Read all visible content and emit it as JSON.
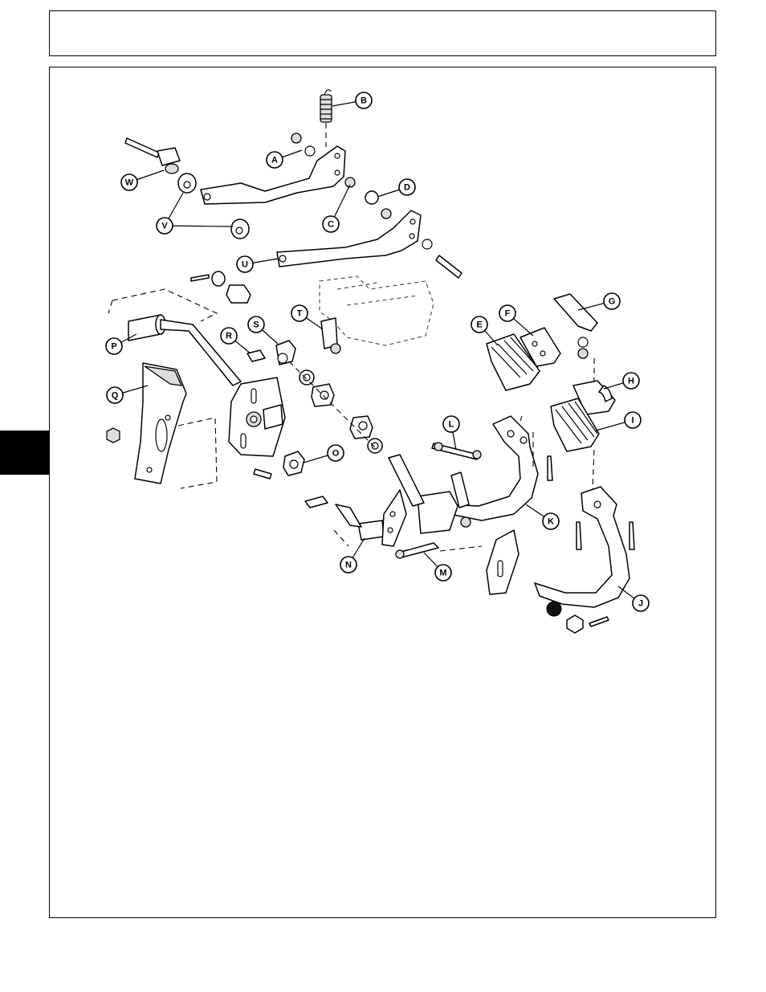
{
  "page": {
    "side_tab_color": "#000000"
  },
  "diagram": {
    "callouts": [
      {
        "key": "A",
        "label": "A"
      },
      {
        "key": "B",
        "label": "B"
      },
      {
        "key": "C",
        "label": "C"
      },
      {
        "key": "D",
        "label": "D"
      },
      {
        "key": "E",
        "label": "E"
      },
      {
        "key": "F",
        "label": "F"
      },
      {
        "key": "G",
        "label": "G"
      },
      {
        "key": "H",
        "label": "H"
      },
      {
        "key": "I",
        "label": "I"
      },
      {
        "key": "J",
        "label": "J"
      },
      {
        "key": "K",
        "label": "K"
      },
      {
        "key": "L",
        "label": "L"
      },
      {
        "key": "M",
        "label": "M"
      },
      {
        "key": "N",
        "label": "N"
      },
      {
        "key": "O",
        "label": "O"
      },
      {
        "key": "P",
        "label": "P"
      },
      {
        "key": "Q",
        "label": "Q"
      },
      {
        "key": "R",
        "label": "R"
      },
      {
        "key": "S",
        "label": "S"
      },
      {
        "key": "T",
        "label": "T"
      },
      {
        "key": "U",
        "label": "U"
      },
      {
        "key": "V",
        "label": "V"
      },
      {
        "key": "W",
        "label": "W"
      }
    ]
  }
}
